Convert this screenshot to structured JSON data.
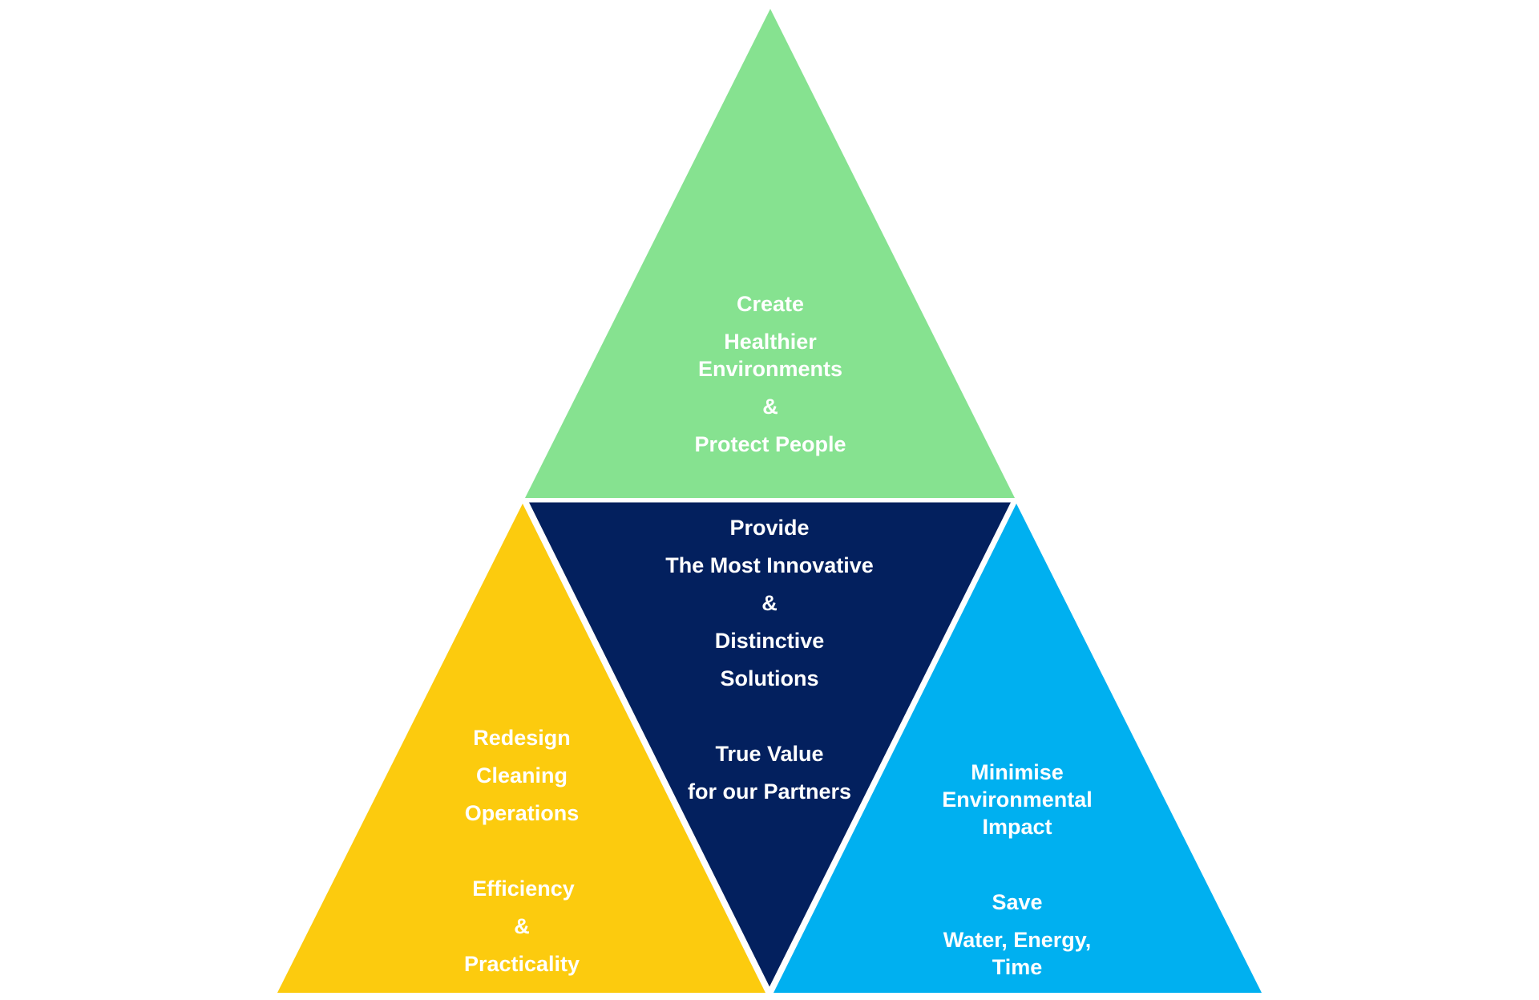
{
  "diagram": {
    "title": "",
    "colors": {
      "top": "#86E290",
      "center": "#03205E",
      "left": "#FCCB0E",
      "right": "#00B0F0",
      "text": "#FFFFFF",
      "separator": "#FFFFFF"
    },
    "segments": {
      "top": {
        "name": "Healthier Environments",
        "lines": [
          "Create",
          "Healthier",
          "Environments",
          "&",
          "Protect People"
        ]
      },
      "center": {
        "name": "Innovative Solutions",
        "lines": [
          "Provide",
          "The Most Innovative",
          "&",
          "Distinctive",
          "Solutions",
          "True Value",
          "for our Partners"
        ]
      },
      "left": {
        "name": "Cleaning Operations",
        "lines": [
          "Redesign",
          "Cleaning",
          "Operations",
          "Efficiency",
          "&",
          "Practicality"
        ]
      },
      "right": {
        "name": "Environmental Impact",
        "lines": [
          "Minimise",
          "Environmental",
          "Impact",
          "Save",
          "Water, Energy,",
          "Time"
        ]
      }
    }
  }
}
